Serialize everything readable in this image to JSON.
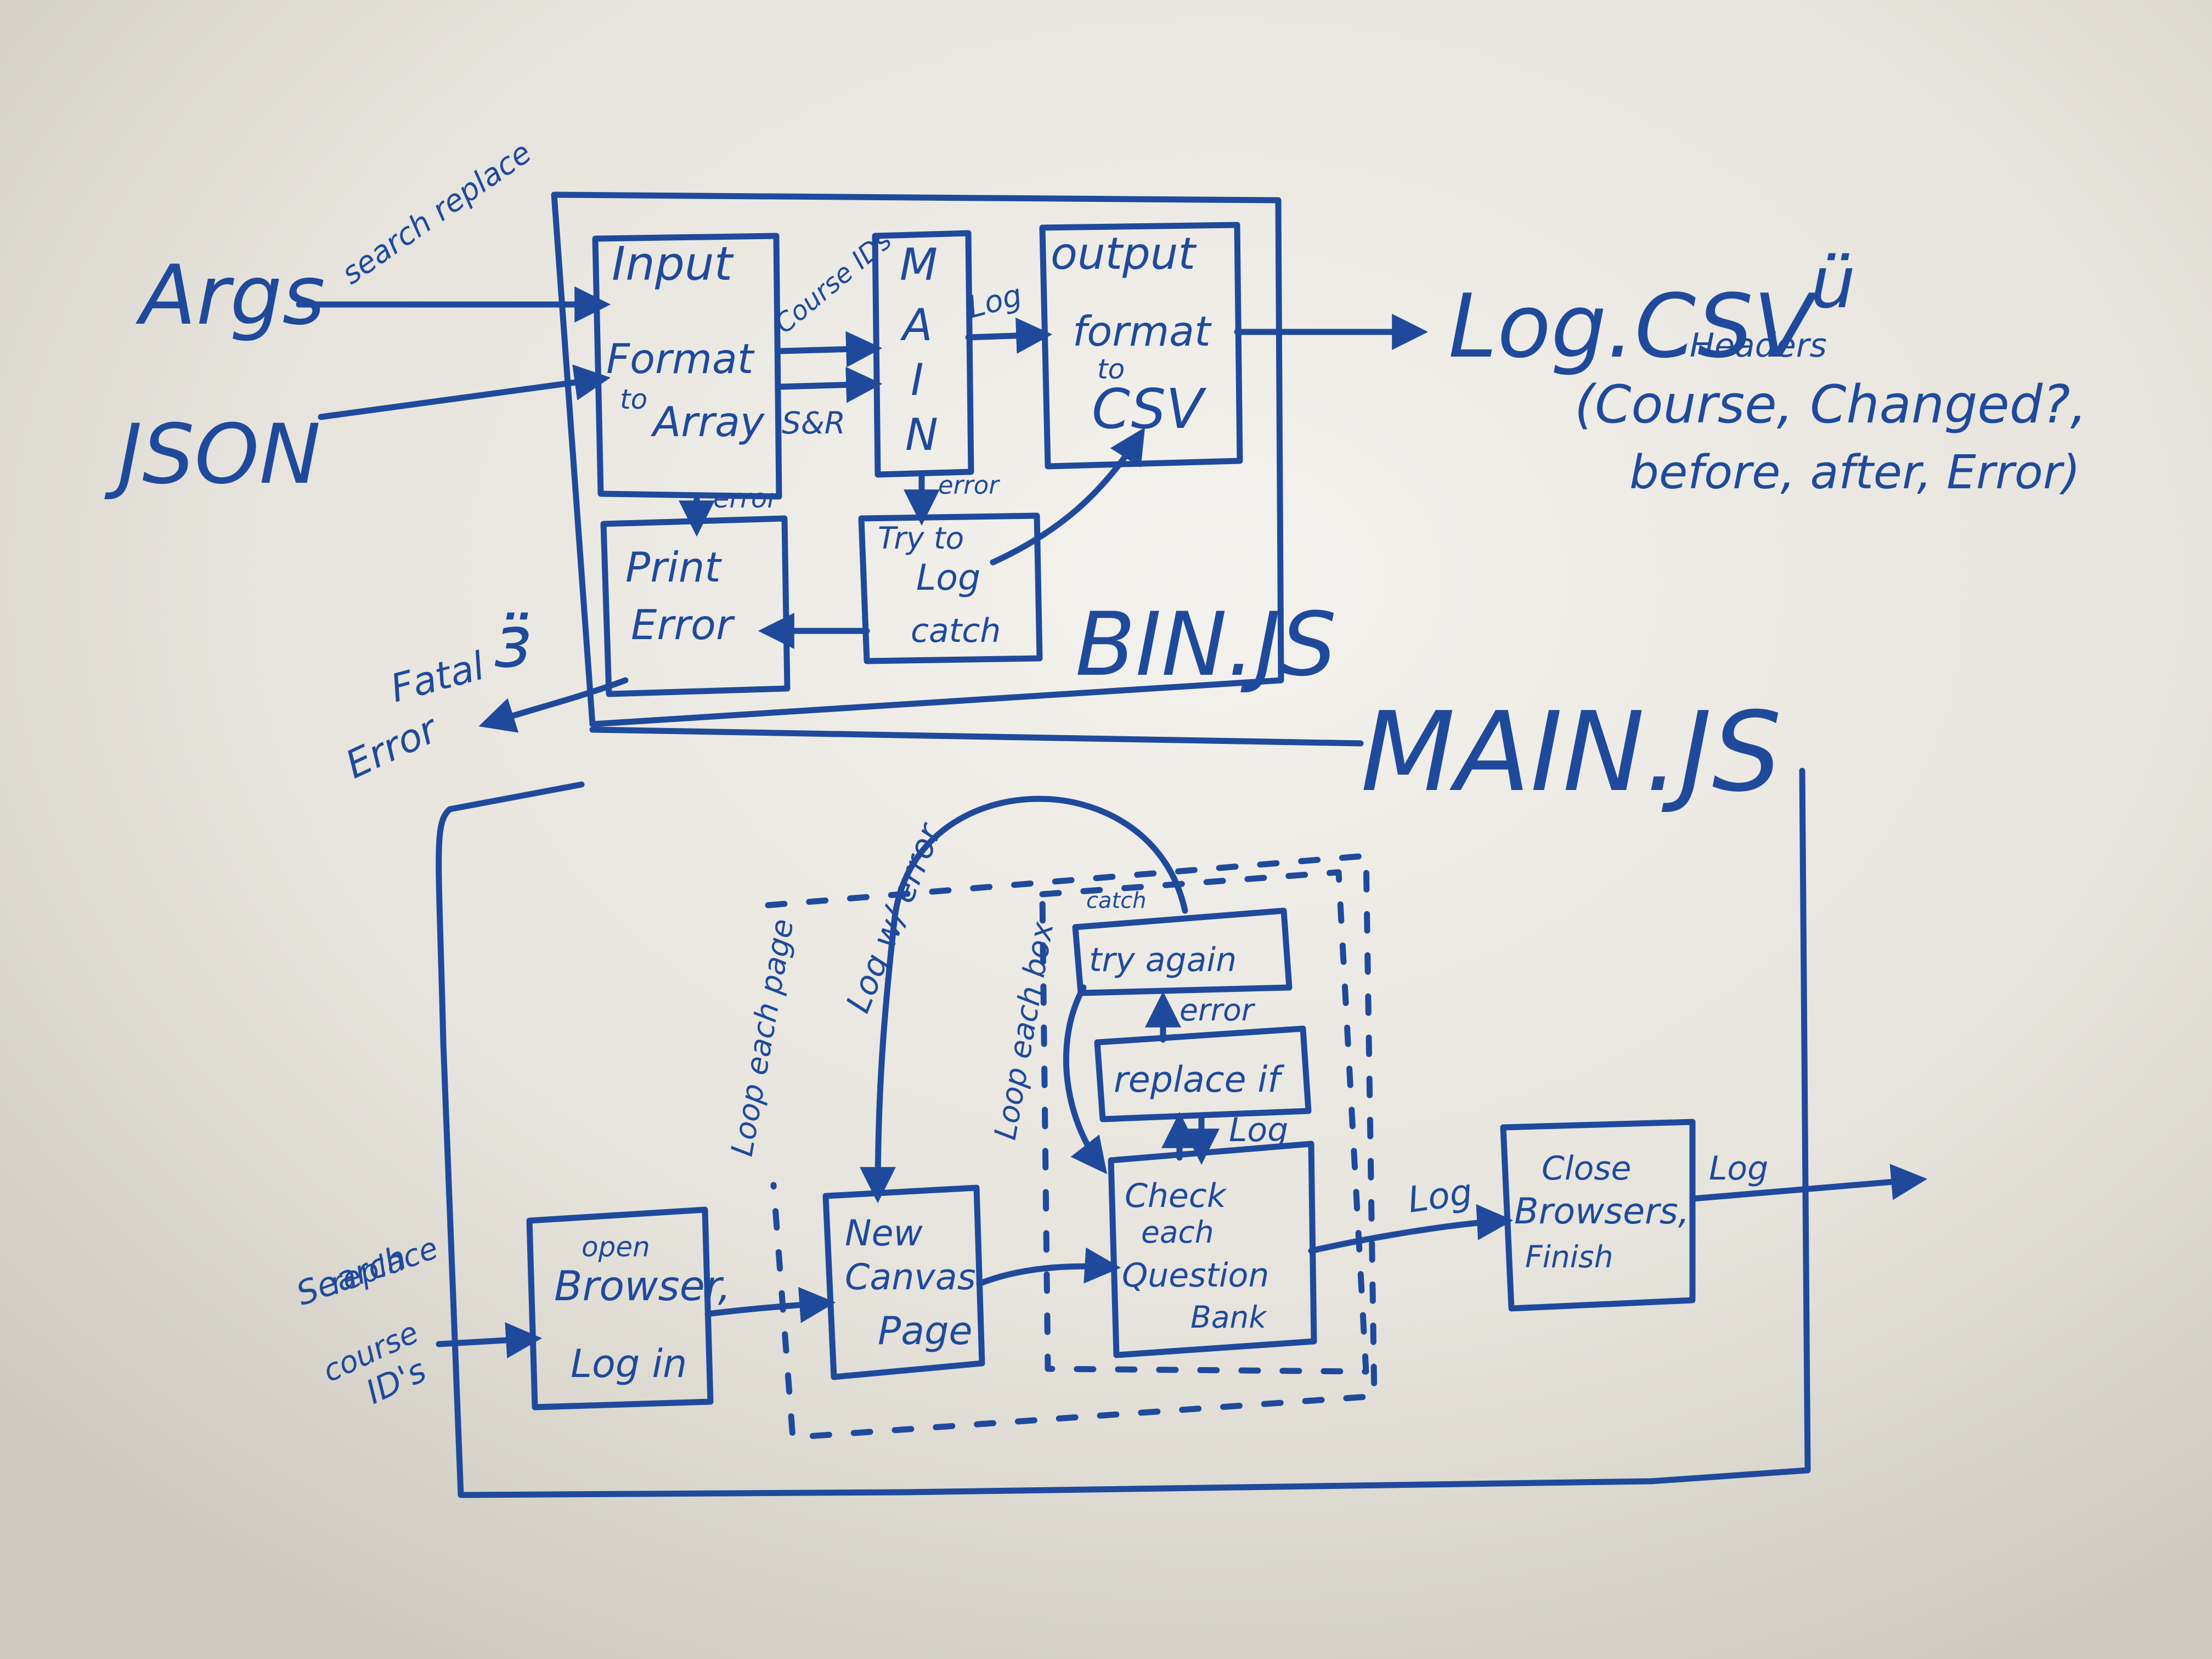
{
  "colors": {
    "ink": "#1f4a9c",
    "board": "#e6e3dc",
    "board_shadow": "#c9c5bc"
  },
  "bin": {
    "title": "BIN.JS",
    "args_label": "Args",
    "json_label": "JSON",
    "search_replace_label": "search replace",
    "input_box": {
      "line1": "Input",
      "line2": "Format",
      "line3": "to",
      "line4": "Array"
    },
    "course_ids_label": "Course IDs",
    "sr_label": "S&R",
    "main_box_letters": [
      "M",
      "A",
      "I",
      "N"
    ],
    "log_label": "Log",
    "output_box": {
      "line1": "output",
      "line2": "format",
      "line3": "to",
      "line4": "CSV"
    },
    "error_label_input": "error",
    "error_label_main": "error",
    "print_error_box": {
      "line1": "Print",
      "line2": "Error"
    },
    "try_box": {
      "line1": "Try to",
      "line2": "Log",
      "line3": "catch"
    },
    "fatal_error_label": {
      "line1": "Fatal",
      "line2": "Error"
    },
    "sad_face": "ӟ"
  },
  "log_csv": {
    "title": "Log.CSV",
    "smiley": "ü",
    "headers_label": "Headers",
    "headers_line1": "(Course, Changed?,",
    "headers_line2": "before, after, Error)"
  },
  "main_js": {
    "title": "MAIN.JS",
    "inputs_label": {
      "line1": "Search",
      "line2": "replace",
      "line3": "course",
      "line4": "ID's"
    },
    "open_browser_box": {
      "line1": "open",
      "line2": "Browser,",
      "line3": "Log in"
    },
    "new_canvas_box": {
      "line1": "New",
      "line2": "Canvas",
      "line3": "Page"
    },
    "check_box": {
      "line1": "Check",
      "line2": "each",
      "line3": "Question",
      "line4": "Bank"
    },
    "replace_if_box": "replace if",
    "try_again_box": "try again",
    "catch_label": "catch",
    "error_label": "error",
    "log_label_replace": "Log",
    "loop_each_page_label": "Loop each page",
    "loop_each_box_label": "Loop each box",
    "log_w_error_label": "Log w/ error",
    "log_label_check": "Log",
    "close_box": {
      "line1": "Close",
      "line2": "Browsers,",
      "line3": "Finish"
    },
    "log_label_close": "Log"
  }
}
